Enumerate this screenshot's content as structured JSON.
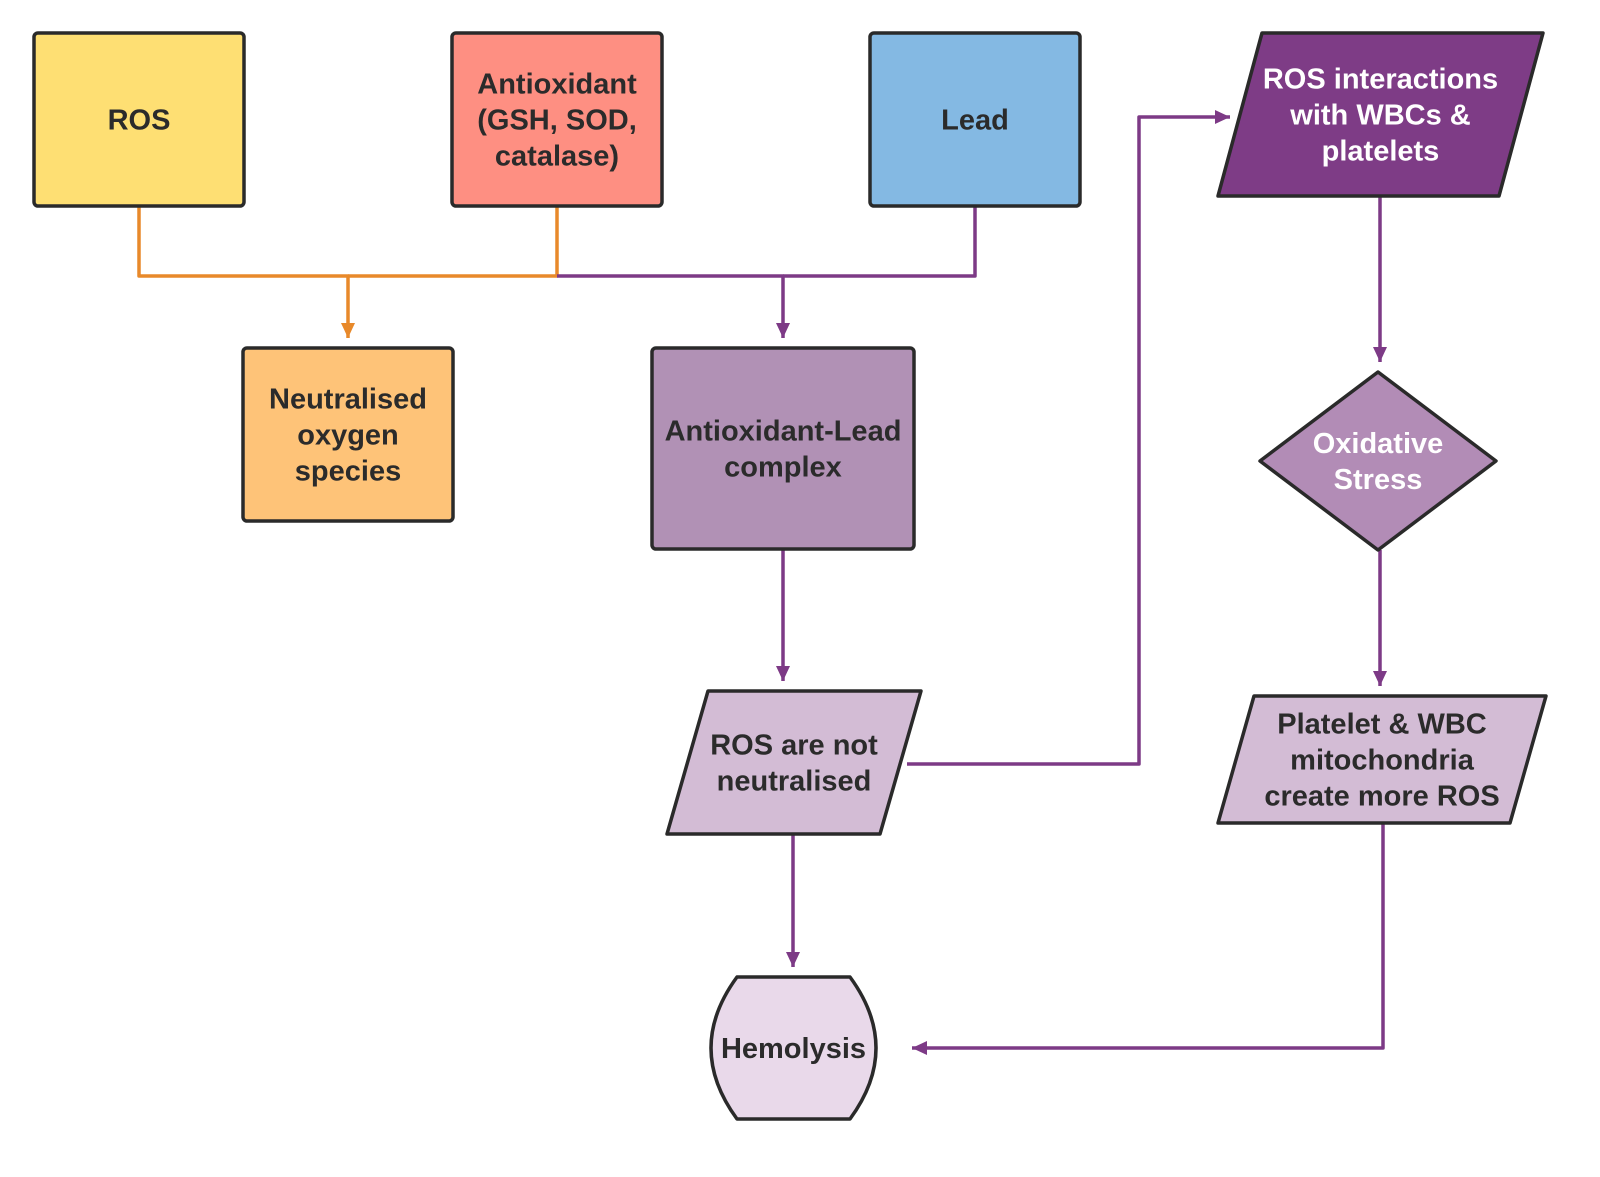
{
  "colors": {
    "stroke": "#2a2a2a",
    "orange_connector": "#e8892a",
    "purple_connector": "#7d3a86",
    "dark_text": "#2b2b2b",
    "light_text": "#ffffff"
  },
  "nodes": [
    {
      "id": "ros",
      "name": "ros-box",
      "shape": "rect",
      "fill": "#fedf73",
      "text_color": "#2b2b2b",
      "lines": [
        "ROS"
      ]
    },
    {
      "id": "antioxidant",
      "name": "antioxidant-box",
      "shape": "rect",
      "fill": "#fe8f82",
      "text_color": "#2b2b2b",
      "lines": [
        "Antioxidant",
        "(GSH, SOD,",
        "catalase)"
      ]
    },
    {
      "id": "lead",
      "name": "lead-box",
      "shape": "rect",
      "fill": "#84b9e3",
      "text_color": "#2b2b2b",
      "lines": [
        "Lead"
      ]
    },
    {
      "id": "ros_interactions",
      "name": "ros-interactions-box",
      "shape": "parallelogram",
      "fill": "#7e3c86",
      "text_color": "#ffffff",
      "lines": [
        "ROS interactions",
        "with WBCs &",
        "platelets"
      ]
    },
    {
      "id": "neutralised",
      "name": "neutralised-oxygen-species-box",
      "shape": "rect",
      "fill": "#fec378",
      "text_color": "#2b2b2b",
      "lines": [
        "Neutralised",
        "oxygen",
        "species"
      ]
    },
    {
      "id": "complex",
      "name": "antioxidant-lead-complex-box",
      "shape": "rect",
      "fill": "#b191b5",
      "text_color": "#2b2b2b",
      "lines": [
        "Antioxidant-Lead",
        "complex"
      ]
    },
    {
      "id": "oxidative",
      "name": "oxidative-stress-diamond",
      "shape": "diamond",
      "fill": "#b28cb6",
      "text_color": "#ffffff",
      "lines": [
        "Oxidative",
        "Stress"
      ]
    },
    {
      "id": "not_neutralised",
      "name": "ros-not-neutralised-box",
      "shape": "parallelogram",
      "fill": "#d3bcd5",
      "text_color": "#2b2b2b",
      "lines": [
        "ROS are not",
        "neutralised"
      ]
    },
    {
      "id": "platelet",
      "name": "platelet-wbc-mitochondria-box",
      "shape": "parallelogram",
      "fill": "#d3bcd5",
      "text_color": "#2b2b2b",
      "lines": [
        "Platelet & WBC",
        "mitochondria",
        "create more ROS"
      ]
    },
    {
      "id": "hemolysis",
      "name": "hemolysis-terminal",
      "shape": "terminal",
      "fill": "#e9d9ea",
      "text_color": "#2b2b2b",
      "lines": [
        "Hemolysis"
      ]
    }
  ],
  "connectors": [
    {
      "name": "connector-ros-to-neutralised",
      "color": "orange"
    },
    {
      "name": "connector-antioxidant-to-neutralised",
      "color": "orange"
    },
    {
      "name": "connector-antioxidant-to-complex",
      "color": "purple"
    },
    {
      "name": "connector-lead-to-complex",
      "color": "purple"
    },
    {
      "name": "connector-complex-to-not-neutralised",
      "color": "purple"
    },
    {
      "name": "connector-not-neutralised-to-hemolysis",
      "color": "purple"
    },
    {
      "name": "connector-not-neutralised-to-ros-interactions",
      "color": "purple"
    },
    {
      "name": "connector-ros-interactions-to-oxidative-stress",
      "color": "purple"
    },
    {
      "name": "connector-oxidative-stress-to-platelet",
      "color": "purple"
    },
    {
      "name": "connector-platelet-to-hemolysis",
      "color": "purple"
    }
  ]
}
